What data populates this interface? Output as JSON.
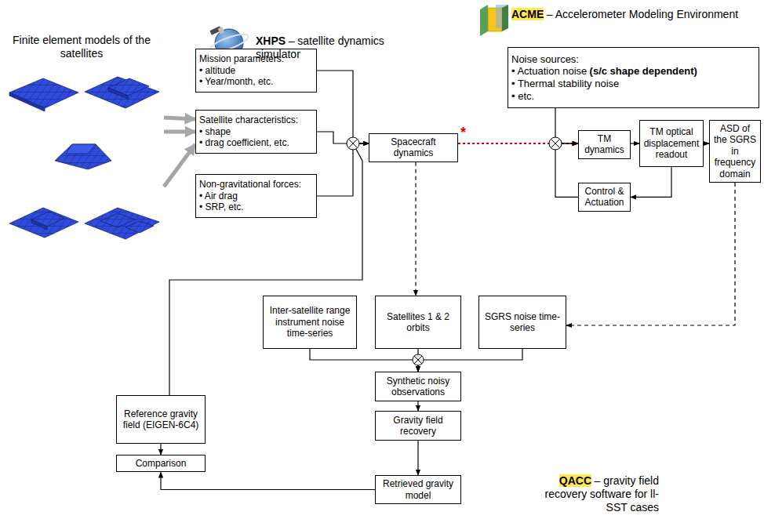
{
  "diagram": {
    "nodes": [
      {
        "text": [
          "Finite element models of the satellites"
        ]
      },
      {
        "text": [
          "XHPS",
          "– satellite dynamics simulator"
        ]
      },
      {
        "text": [
          "Mission parameters:",
          "• altitude",
          "• Year/month, etc."
        ],
        "in": 1
      },
      {
        "text": [
          "Satellite characteristics:",
          "• shape",
          "• drag coefficient, etc."
        ],
        "in": 1
      },
      {
        "text": [
          "Non-gravitational forces:",
          "• Air drag",
          "• SRP, etc."
        ],
        "in": 1
      },
      {
        "text": [
          "Spacecraft dynamics"
        ],
        "in": 1
      },
      {
        "text": [
          "ACME",
          "– Accelerometer Modeling Environment"
        ]
      },
      {
        "text": [
          "Noise sources:",
          "• Actuation noise",
          "(s/c shape dependent)",
          "• Thermal stability noise",
          "• etc."
        ],
        "in": 6
      },
      {
        "text": [
          "TM dynamics"
        ],
        "in": 6
      },
      {
        "text": [
          "TM optical displacement readout"
        ],
        "in": 6
      },
      {
        "text": [
          "ASD of the SGRS in frequency domain"
        ],
        "in": 6
      },
      {
        "text": [
          "Control & Actuation"
        ],
        "in": 6
      },
      {
        "text": [
          "QACC",
          "– gravity field recovery software for ll-SST cases"
        ]
      },
      {
        "text": [
          "Inter-satellite range instrument noise time-series"
        ],
        "in": 12
      },
      {
        "text": [
          "Satellites 1 & 2 orbits"
        ],
        "in": 12
      },
      {
        "text": [
          "SGRS noise time-series"
        ],
        "in": 12
      },
      {
        "text": [
          "Synthetic noisy observations"
        ],
        "in": 12
      },
      {
        "text": [
          "Gravity field recovery"
        ],
        "in": 12
      },
      {
        "text": [
          "Retrieved gravity model"
        ],
        "in": 12
      },
      {
        "text": [
          "Reference gravity field (EIGEN-6C4)"
        ]
      },
      {
        "text": [
          "Comparison"
        ]
      }
    ],
    "edges": [
      {
        "from": 0,
        "to": 3,
        "arrow": "to"
      },
      {
        "from": 0,
        "to": 3,
        "arrow": "to"
      },
      {
        "from": 0,
        "to": 3,
        "arrow": "to"
      },
      {
        "from": 2,
        "to": 5,
        "arrow": "to"
      },
      {
        "from": 3,
        "to": 5,
        "arrow": "to"
      },
      {
        "from": 4,
        "to": 5,
        "arrow": "to"
      },
      {
        "from": 19,
        "to": 5,
        "arrow": "to"
      },
      {
        "from": 5,
        "to": 8,
        "label": "*",
        "arrow": "to"
      },
      {
        "from": 7,
        "to": 8,
        "arrow": "to"
      },
      {
        "from": 11,
        "to": 8,
        "arrow": "to"
      },
      {
        "from": 8,
        "to": 9,
        "arrow": "to"
      },
      {
        "from": 9,
        "to": 11,
        "arrow": "to"
      },
      {
        "from": 9,
        "to": 10,
        "arrow": "to"
      },
      {
        "from": 5,
        "to": 14,
        "arrow": "to"
      },
      {
        "from": 10,
        "to": 15,
        "arrow": "to"
      },
      {
        "from": 13,
        "to": 16,
        "arrow": "to"
      },
      {
        "from": 14,
        "to": 16,
        "arrow": "to"
      },
      {
        "from": 15,
        "to": 16,
        "arrow": "to"
      },
      {
        "from": 16,
        "to": 17,
        "arrow": "to"
      },
      {
        "from": 17,
        "to": 18,
        "arrow": "to"
      },
      {
        "from": 18,
        "to": 20,
        "arrow": "to"
      },
      {
        "from": 19,
        "to": 20,
        "arrow": "to"
      }
    ]
  }
}
